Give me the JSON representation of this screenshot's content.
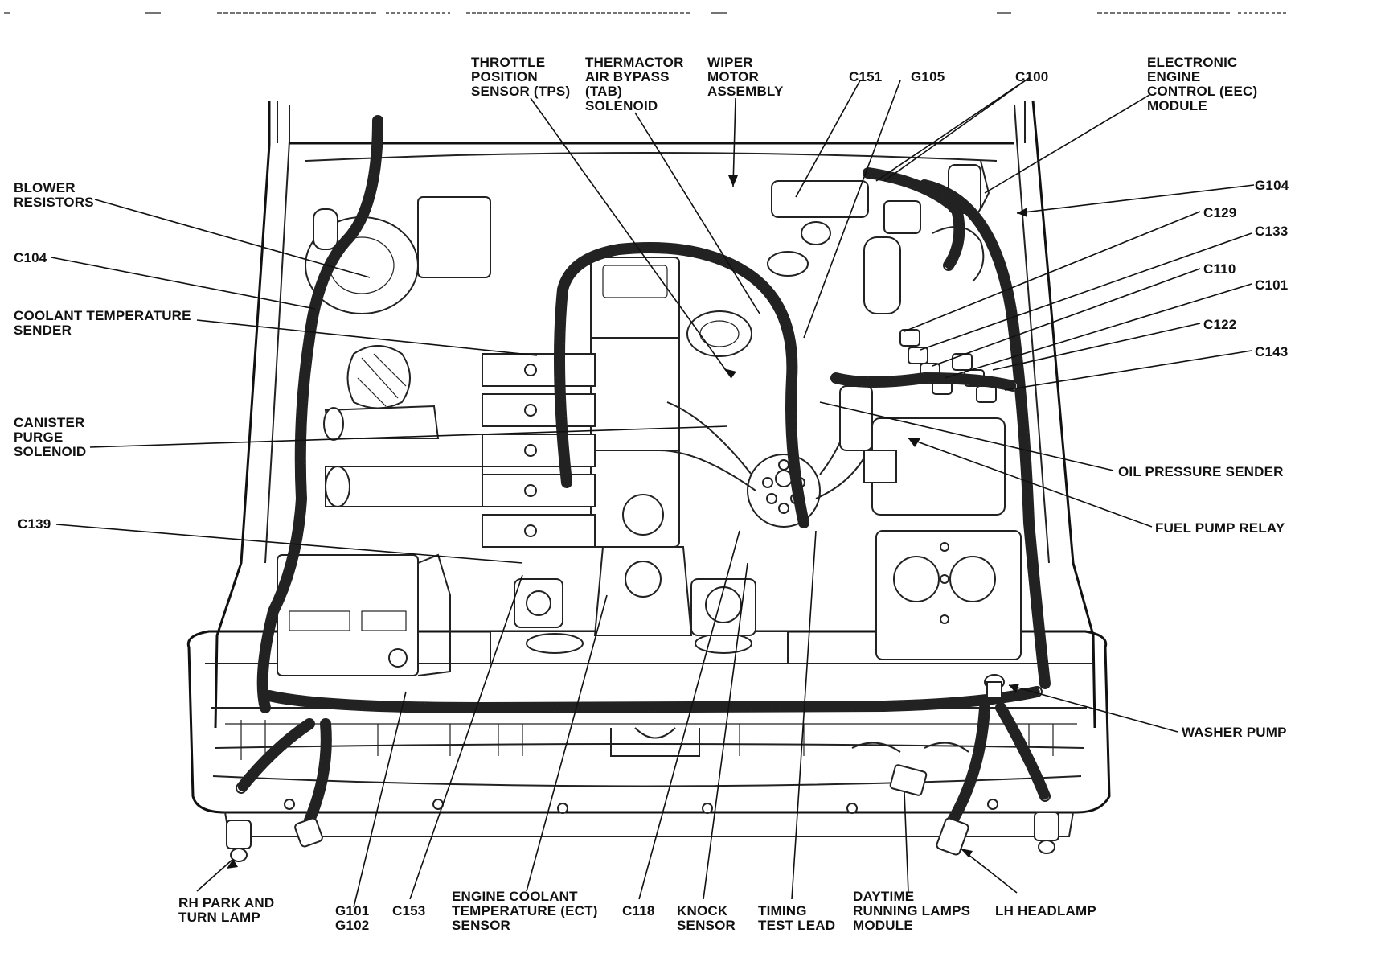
{
  "diagram": {
    "labels": {
      "throttle_position_sensor": [
        "THROTTLE",
        "POSITION",
        "SENSOR (TPS)"
      ],
      "thermactor_air_bypass": [
        "THERMACTOR",
        "AIR BYPASS",
        "(TAB)",
        "SOLENOID"
      ],
      "wiper_motor": [
        "WIPER",
        "MOTOR",
        "ASSEMBLY"
      ],
      "c151": "C151",
      "g105": "G105",
      "c100": "C100",
      "eec_module": [
        "ELECTRONIC",
        "ENGINE",
        "CONTROL (EEC)",
        "MODULE"
      ],
      "blower_resistors": [
        "BLOWER",
        "RESISTORS"
      ],
      "c104": "C104",
      "coolant_temp_sender": [
        "COOLANT TEMPERATURE",
        "SENDER"
      ],
      "canister_purge": [
        "CANISTER",
        "PURGE",
        "SOLENOID"
      ],
      "c139": "C139",
      "g104": "G104",
      "c129": "C129",
      "c133": "C133",
      "c110": "C110",
      "c101": "C101",
      "c122": "C122",
      "c143": "C143",
      "oil_pressure_sender": "OIL PRESSURE SENDER",
      "fuel_pump_relay": "FUEL PUMP RELAY",
      "washer_pump": "WASHER PUMP",
      "rh_park_turn": [
        "RH PARK AND",
        "TURN LAMP"
      ],
      "g101_g102": [
        "G101",
        "G102"
      ],
      "c153": "C153",
      "ect_sensor": [
        "ENGINE COOLANT",
        "TEMPERATURE (ECT)",
        "SENSOR"
      ],
      "c118": "C118",
      "knock_sensor": [
        "KNOCK",
        "SENSOR"
      ],
      "timing_test_lead": [
        "TIMING",
        "TEST LEAD"
      ],
      "drl_module": [
        "DAYTIME",
        "RUNNING LAMPS",
        "MODULE"
      ],
      "lh_headlamp": "LH HEADLAMP"
    }
  }
}
